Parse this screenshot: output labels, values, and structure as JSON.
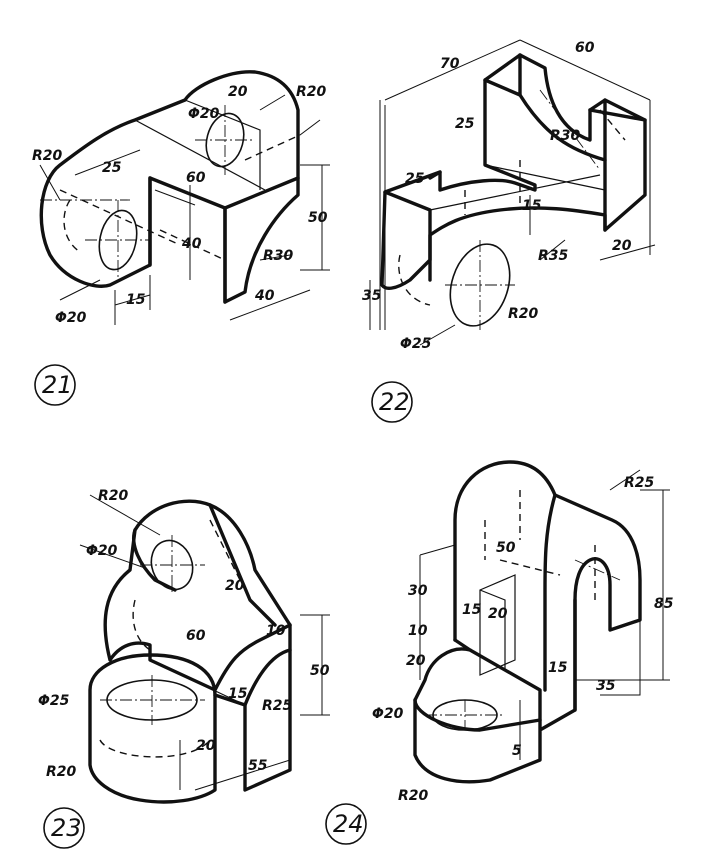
{
  "fig21": {
    "number": "21",
    "dims": {
      "r20_left": "R20",
      "d25": "25",
      "d60": "60",
      "phi20_top": "Φ20",
      "d20_top": "20",
      "r20_top": "R20",
      "d50": "50",
      "d40_mid": "40",
      "r30": "R30",
      "d40_bot": "40",
      "d15": "15",
      "phi20_bot": "Φ20"
    }
  },
  "fig22": {
    "number": "22",
    "dims": {
      "d70": "70",
      "d60": "60",
      "d25": "25",
      "r30": "R30",
      "d25b": "25",
      "d15": "15",
      "r35": "R35",
      "d20": "20",
      "d35": "35",
      "r20": "R20",
      "phi25": "Φ25"
    }
  },
  "fig23": {
    "number": "23",
    "dims": {
      "r20_top": "R20",
      "phi20": "Φ20",
      "d20": "20",
      "d60": "60",
      "d10": "10",
      "d50": "50",
      "phi25": "Φ25",
      "d15": "15",
      "r25": "R25",
      "d20b": "20",
      "d55": "55",
      "r20_bot": "R20"
    }
  },
  "fig24": {
    "number": "24",
    "dims": {
      "r25": "R25",
      "d50": "50",
      "d30": "30",
      "d15": "15",
      "d20": "20",
      "d10": "10",
      "d85": "85",
      "d20b": "20",
      "d15b": "15",
      "d35": "35",
      "phi20": "Φ20",
      "d5": "5",
      "r20": "R20"
    }
  }
}
